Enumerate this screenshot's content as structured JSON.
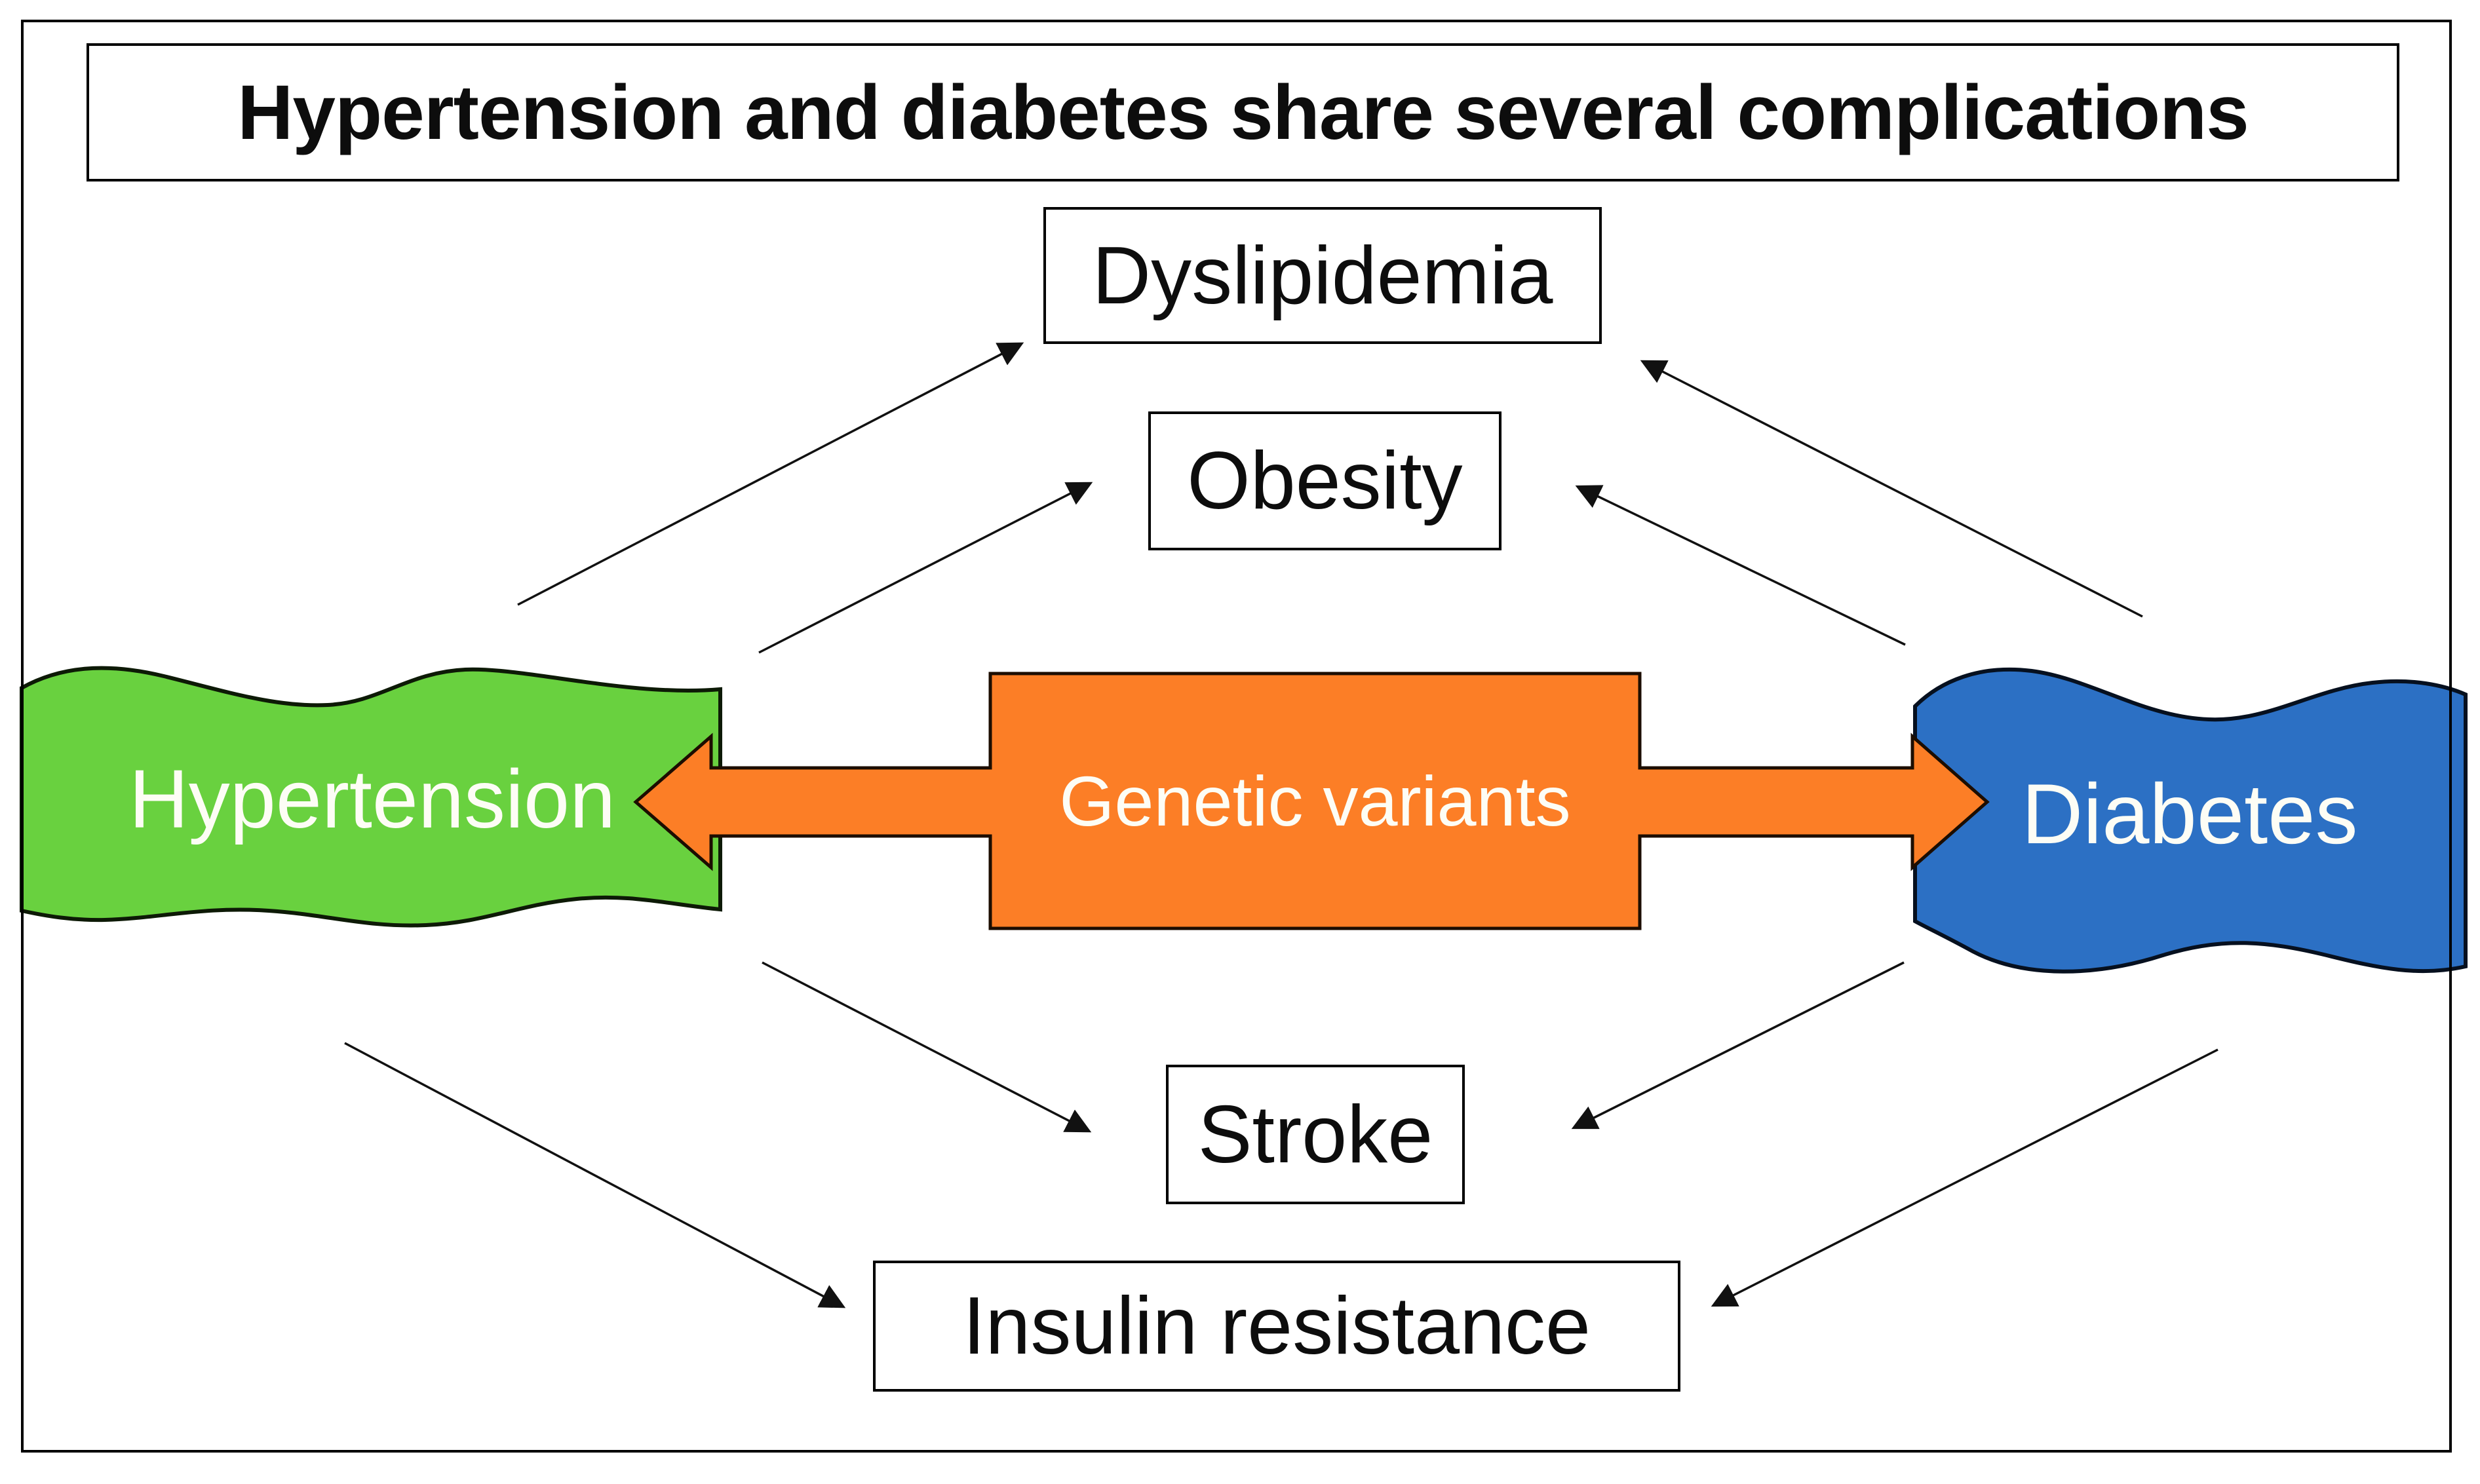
{
  "title": "Hypertension and diabetes share several complications",
  "nodes": {
    "hypertension": {
      "label": "Hypertension"
    },
    "diabetes": {
      "label": "Diabetes"
    },
    "genetic_variants": {
      "label": "Genetic variants"
    }
  },
  "complications": [
    {
      "label": "Dyslipidemia"
    },
    {
      "label": "Obesity"
    },
    {
      "label": "Stroke"
    },
    {
      "label": "Insulin resistance"
    }
  ],
  "edges": [
    {
      "from": "Hypertension",
      "to": "Dyslipidemia"
    },
    {
      "from": "Hypertension",
      "to": "Obesity"
    },
    {
      "from": "Hypertension",
      "to": "Stroke"
    },
    {
      "from": "Hypertension",
      "to": "Insulin resistance"
    },
    {
      "from": "Diabetes",
      "to": "Dyslipidemia"
    },
    {
      "from": "Diabetes",
      "to": "Obesity"
    },
    {
      "from": "Diabetes",
      "to": "Stroke"
    },
    {
      "from": "Diabetes",
      "to": "Insulin resistance"
    }
  ],
  "colors": {
    "hypertension_green": "#69D13F",
    "diabetes_blue": "#2C70C4",
    "genetic_orange": "#FC7E26",
    "outline": "#000000"
  }
}
